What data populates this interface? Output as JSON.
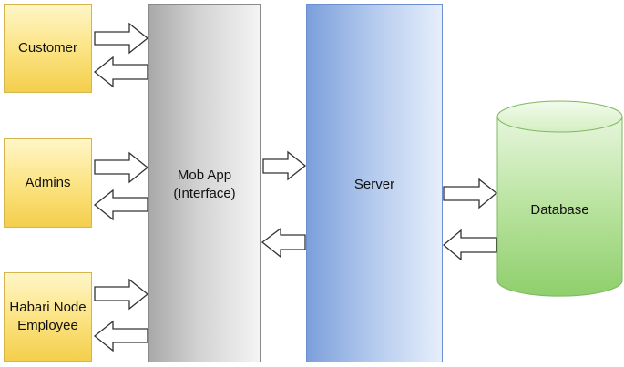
{
  "actors": {
    "customer": "Customer",
    "admins": "Admins",
    "employee_line1": "Habari Node",
    "employee_line2": "Employee"
  },
  "mob_app": {
    "line1": "Mob App",
    "line2": "(Interface)"
  },
  "server": {
    "label": "Server"
  },
  "database": {
    "label": "Database"
  },
  "colors": {
    "actor_fill": "#f4cf4d",
    "app_fill": "#d3d3d3",
    "server_fill": "#7c9fdb",
    "db_fill": "#9ed67e"
  }
}
